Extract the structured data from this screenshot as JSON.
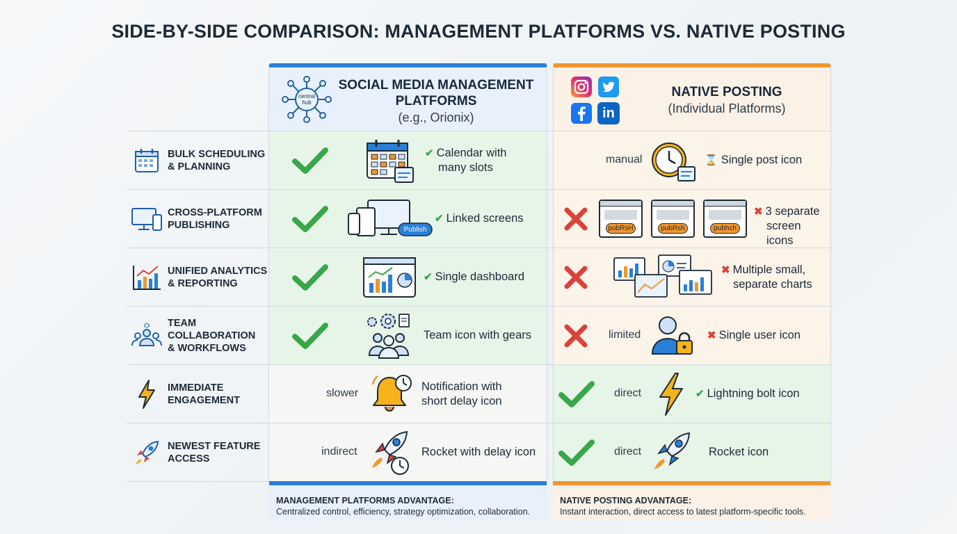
{
  "title": "SIDE-BY-SIDE COMPARISON: MANAGEMENT PLATFORMS VS. NATIVE POSTING",
  "colors": {
    "mgmt_accent": "#2a7fd6",
    "native_accent": "#f0962f",
    "check": "#3aa64a",
    "cross": "#d9433a"
  },
  "columns": {
    "mgmt": {
      "title_line1": "SOCIAL MEDIA MANAGEMENT",
      "title_line2": "PLATFORMS",
      "subtitle": "(e.g., Orionix)",
      "hub_label_line1": "central",
      "hub_label_line2": "hub",
      "icon": "central-hub-icon"
    },
    "native": {
      "title": "NATIVE POSTING",
      "subtitle": "(Individual Platforms)",
      "icons": [
        "instagram-icon",
        "twitter-icon",
        "facebook-icon",
        "linkedin-icon"
      ],
      "linkedin_text": "in"
    }
  },
  "rows": [
    {
      "feature_line1": "BULK SCHEDULING",
      "feature_line2": "& PLANNING",
      "feature_icon": "calendar-icon",
      "mgmt": {
        "status": "check",
        "label": "",
        "desc_line1": "Calendar with",
        "desc_line2": "many slots",
        "desc_mark": "check",
        "icon": "calendar-slots-icon"
      },
      "native": {
        "status": "none",
        "label": "manual",
        "desc_line1": "Single post icon",
        "desc_line2": "",
        "desc_mark": "hourglass",
        "icon": "clock-icon"
      }
    },
    {
      "feature_line1": "CROSS-PLATFORM",
      "feature_line2": "PUBLISHING",
      "feature_icon": "devices-icon",
      "mgmt": {
        "status": "check",
        "label": "",
        "desc_line1": "Linked screens",
        "desc_line2": "",
        "desc_mark": "check",
        "icon": "linked-screens-icon",
        "badge": "Publish"
      },
      "native": {
        "status": "cross",
        "label": "",
        "desc_line1": "3 separate",
        "desc_line2": "screen icons",
        "desc_mark": "cross",
        "icon": "separate-screens-icon",
        "badges": [
          "pubRsH",
          "pubRsh",
          "pubhch"
        ]
      }
    },
    {
      "feature_line1": "UNIFIED ANALYTICS",
      "feature_line2": "& REPORTING",
      "feature_icon": "analytics-icon",
      "mgmt": {
        "status": "check",
        "label": "",
        "desc_line1": "Single dashboard",
        "desc_line2": "",
        "desc_mark": "check",
        "icon": "dashboard-icon"
      },
      "native": {
        "status": "cross",
        "label": "",
        "desc_line1": "Multiple small,",
        "desc_line2": "separate charts",
        "desc_mark": "cross",
        "icon": "multiple-charts-icon"
      }
    },
    {
      "feature_line1": "TEAM",
      "feature_line2": "COLLABORATION",
      "feature_line3": "& WORKFLOWS",
      "feature_icon": "team-icon",
      "mgmt": {
        "status": "check",
        "label": "",
        "desc_line1": "Team icon with gears",
        "desc_line2": "",
        "desc_mark": "none",
        "icon": "team-gears-icon"
      },
      "native": {
        "status": "cross",
        "label": "limited",
        "desc_line1": "Single user icon",
        "desc_line2": "",
        "desc_mark": "cross",
        "icon": "user-lock-icon"
      }
    },
    {
      "feature_line1": "IMMEDIATE",
      "feature_line2": "ENGAGEMENT",
      "feature_icon": "lightning-icon",
      "mgmt": {
        "status": "none",
        "label": "slower",
        "desc_line1": "Notification with",
        "desc_line2": "short delay icon",
        "desc_mark": "none",
        "icon": "bell-delay-icon"
      },
      "native": {
        "status": "check",
        "label": "direct",
        "desc_line1": "Lightning bolt icon",
        "desc_line2": "",
        "desc_mark": "check",
        "icon": "lightning-bolt-icon"
      }
    },
    {
      "feature_line1": "NEWEST FEATURE",
      "feature_line2": "ACCESS",
      "feature_icon": "rocket-icon",
      "mgmt": {
        "status": "none",
        "label": "indirect",
        "desc_line1": "Rocket with delay icon",
        "desc_line2": "",
        "desc_mark": "none",
        "icon": "rocket-delay-icon"
      },
      "native": {
        "status": "check",
        "label": "direct",
        "desc_line1": "Rocket icon",
        "desc_line2": "",
        "desc_mark": "none",
        "icon": "rocket-icon"
      }
    }
  ],
  "footer": {
    "mgmt": {
      "title": "MANAGEMENT PLATFORMS ADVANTAGE:",
      "text": "Centralized control, efficiency, strategy optimization, collaboration."
    },
    "native": {
      "title": "NATIVE POSTING ADVANTAGE:",
      "text": "Instant interaction, direct access to latest platform-specific tools."
    }
  }
}
